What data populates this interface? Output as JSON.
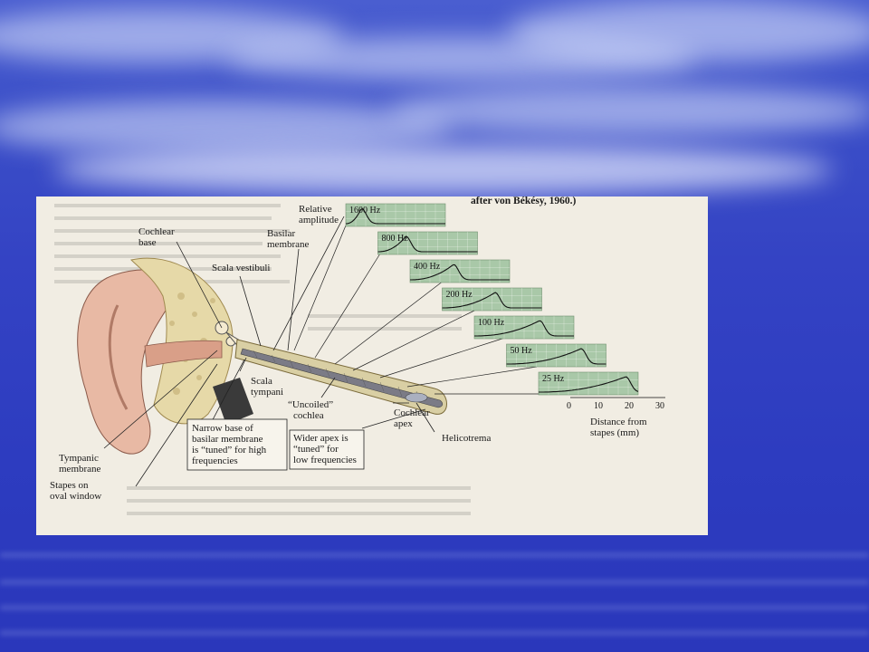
{
  "figure": {
    "credit": "after von Békésy, 1960.)",
    "labels": {
      "relative_amplitude_1": "Relative",
      "relative_amplitude_2": "amplitude",
      "cochlear_base_1": "Cochlear",
      "cochlear_base_2": "base",
      "basilar_membrane_1": "Basilar",
      "basilar_membrane_2": "membrane",
      "scala_vestibuli": "Scala vestibuli",
      "scala_tympani_1": "Scala",
      "scala_tympani_2": "tympani",
      "uncoiled_cochlea_1": "“Uncoiled”",
      "uncoiled_cochlea_2": "cochlea",
      "cochlear_apex_1": "Cochlear",
      "cochlear_apex_2": "apex",
      "helicotrema": "Helicotrema",
      "tympanic_membrane_1": "Tympanic",
      "tympanic_membrane_2": "membrane",
      "stapes_1": "Stapes on",
      "stapes_2": "oval window",
      "narrow_base_1": "Narrow base of",
      "narrow_base_2": "basilar membrane",
      "narrow_base_3": "is “tuned” for high",
      "narrow_base_4": "frequencies",
      "wider_apex_1": "Wider apex is",
      "wider_apex_2": "“tuned” for",
      "wider_apex_3": "low frequencies",
      "distance_1": "Distance from",
      "distance_2": "stapes (mm)"
    },
    "axis_ticks": [
      "0",
      "10",
      "20",
      "30"
    ],
    "panels": [
      {
        "label": "1600 Hz",
        "peak_mm": 5
      },
      {
        "label": "800 Hz",
        "peak_mm": 9
      },
      {
        "label": "400 Hz",
        "peak_mm": 14
      },
      {
        "label": "200 Hz",
        "peak_mm": 17
      },
      {
        "label": "100 Hz",
        "peak_mm": 21
      },
      {
        "label": "50 Hz",
        "peak_mm": 24
      },
      {
        "label": "25 Hz",
        "peak_mm": 28
      }
    ],
    "colors": {
      "panel_fill": "#a9c8a8",
      "skin": "#e8b9a4",
      "bone": "#e6d9a8",
      "cochlea": "#d9cfa4"
    }
  }
}
